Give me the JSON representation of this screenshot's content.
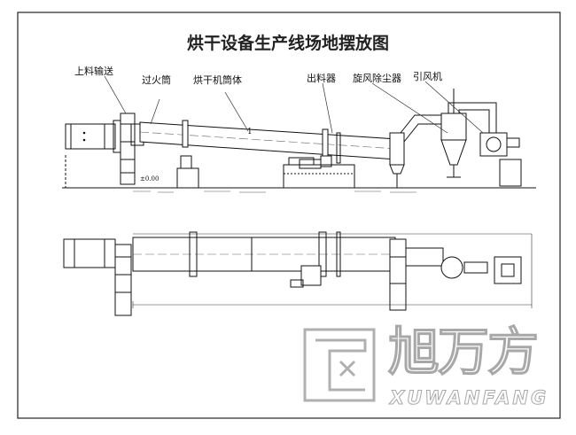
{
  "title": "烘干设备生产线场地摆放图",
  "labels": {
    "feeder": "上料输送",
    "fire_cylinder": "过火筒",
    "dryer_body": "烘干机筒体",
    "discharger": "出料器",
    "cyclone": "旋风除尘器",
    "fan": "引风机"
  },
  "dimensions": {
    "elevation_mark": "±0.00",
    "angle": "1"
  },
  "watermark": {
    "cn": "旭万方",
    "en": "XUWANFANG"
  }
}
